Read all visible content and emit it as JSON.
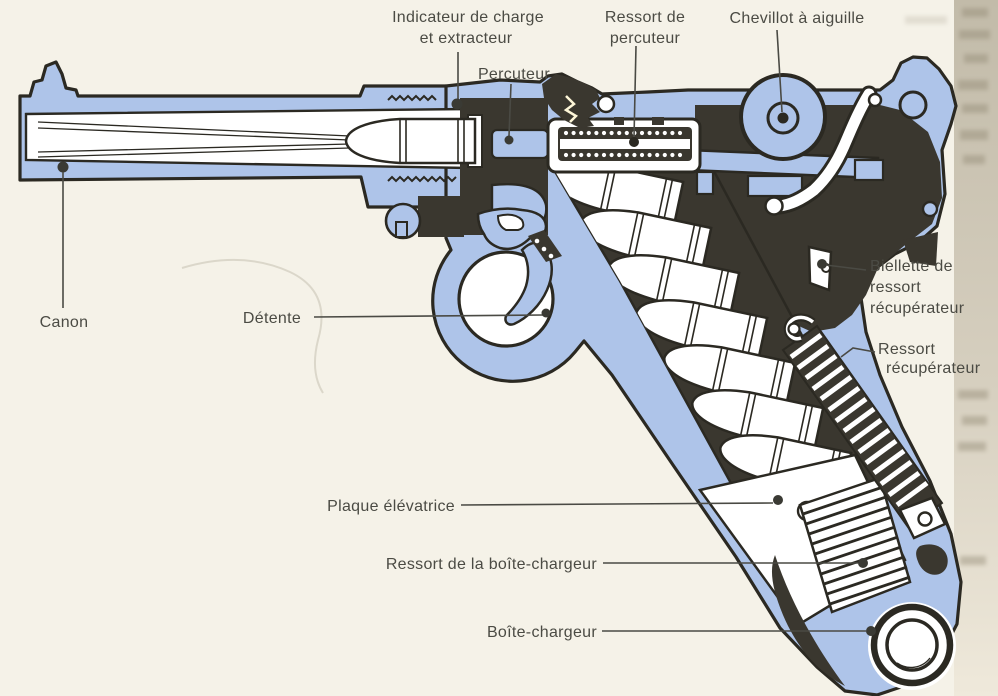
{
  "figure": {
    "type": "cutaway technical diagram of a pistol (Luger-style), side cross-section",
    "labels": {
      "indicateur_line1": "Indicateur de charge",
      "indicateur_line2": "et extracteur",
      "ressort_percuteur_line1": "Ressort de",
      "ressort_percuteur_line2": "percuteur",
      "chevillot": "Chevillot à aiguille",
      "percuteur": "Percuteur",
      "canon": "Canon",
      "detente": "Détente",
      "biellette_line1": "Biellette de",
      "biellette_line2": "ressort",
      "biellette_line3": "récupérateur",
      "ressort_recuperateur_line1": "Ressort",
      "ressort_recuperateur_line2": "récupérateur",
      "plaque_elevatrice": "Plaque élévatrice",
      "ressort_boite_chargeur": "Ressort de la boîte-chargeur",
      "boite_chargeur": "Boîte-chargeur"
    },
    "colors": {
      "metal_blue": "#aec4e9",
      "dark_fill": "#3a372f",
      "outline": "#2b2922",
      "paper": "#f5f2e8",
      "label_text": "#4b4b44",
      "page_edge": "#c9c2b2"
    }
  }
}
